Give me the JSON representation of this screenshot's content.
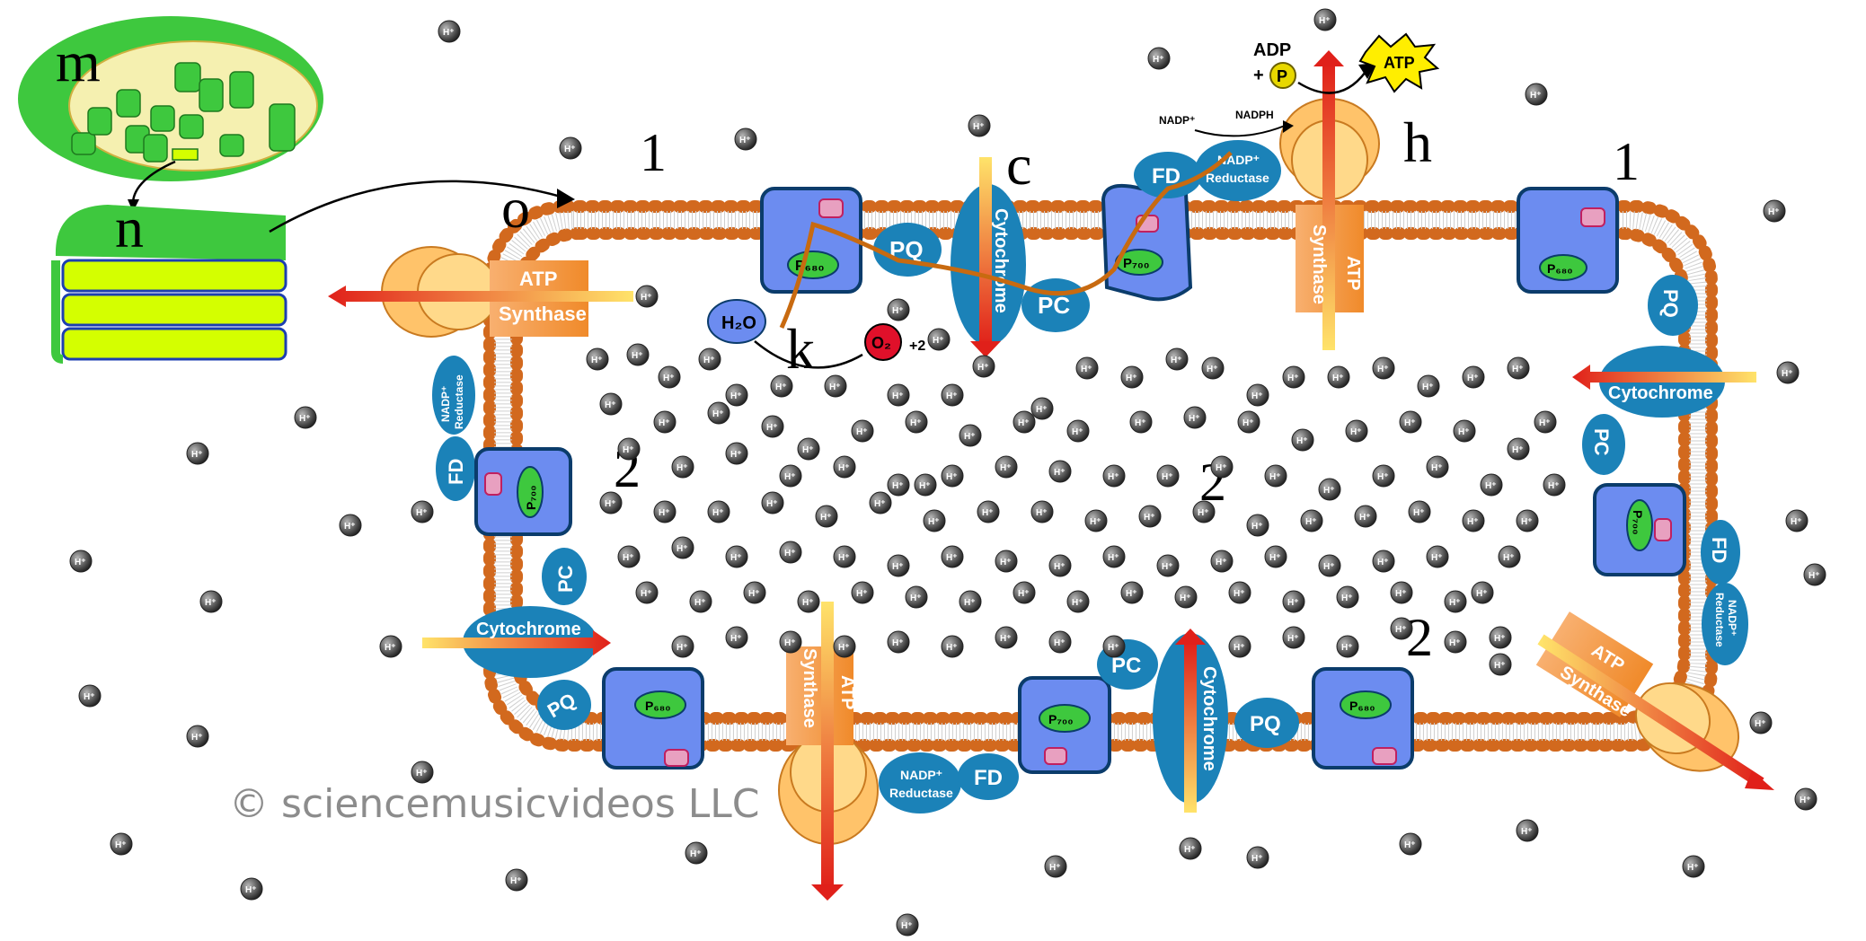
{
  "labels": {
    "m": "m",
    "n": "n",
    "o": "o",
    "c": "c",
    "h": "h",
    "k": "k",
    "region_1": "1",
    "region_2": "2"
  },
  "proteins": {
    "atp": "ATP",
    "synthase": "Synthase",
    "cytochrome": "Cytochrome",
    "pq": "PQ",
    "pc": "PC",
    "fd": "FD",
    "nadp_reductase_1": "NADP⁺",
    "nadp_reductase_2": "Reductase",
    "p680": "P₆₈₀",
    "p700": "P₇₀₀"
  },
  "molecules": {
    "h2o": "H₂O",
    "o2": "O₂",
    "plus2h": "+2",
    "adp": "ADP",
    "plus": "+",
    "p": "P",
    "atp_burst": "ATP",
    "nadp": "NADP⁺",
    "nadph": "NADPH",
    "h_ion": "H⁺"
  },
  "copyright": "© sciencemusicvideos LLC",
  "colors": {
    "membrane_bead": "#d2691e",
    "protein_blue": "#1b82b8",
    "photosystem_blue": "#6c8cf0",
    "atp_orange": "#f5933a",
    "chloroplast_green": "#3ec83e",
    "thylakoid_yellow": "#d4ff00",
    "arrow_red": "#e0201a"
  }
}
